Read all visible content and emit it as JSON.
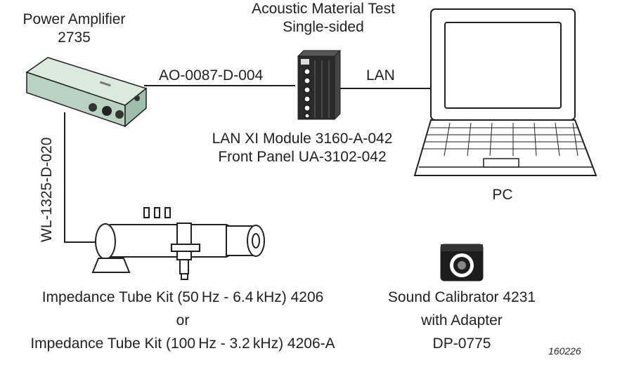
{
  "labels": {
    "amplifier": {
      "line1": "Power Amplifier",
      "line2": "2735"
    },
    "test": {
      "line1": "Acoustic Material Test",
      "line2": "Single-sided"
    },
    "cable_ao": "AO-0087-D-004",
    "cable_lan": "LAN",
    "cable_wl": "WL-1325-D-020",
    "module": {
      "line1": "LAN XI Module 3160-A-042",
      "line2": "Front Panel UA-3102-042"
    },
    "pc": "PC",
    "tube": {
      "line1": "Impedance Tube Kit (50 Hz - 6.4 kHz) 4206",
      "line2": "or",
      "line3": "Impedance Tube Kit (100 Hz - 3.2 kHz) 4206-A"
    },
    "calibrator": {
      "line1": "Sound Calibrator 4231",
      "line2": "with Adapter",
      "line3": "DP-0775"
    },
    "doc_number": "160226"
  },
  "colors": {
    "stroke": "#231f20",
    "device_green": "#cfe3d6",
    "device_green_dark": "#9fbfad",
    "module_dark": "#2a2a2a",
    "laptop_fill": "#ffffff"
  },
  "icons": [
    "power-amplifier-icon",
    "lan-xi-module-icon",
    "laptop-icon",
    "impedance-tube-icon",
    "sound-calibrator-icon"
  ]
}
